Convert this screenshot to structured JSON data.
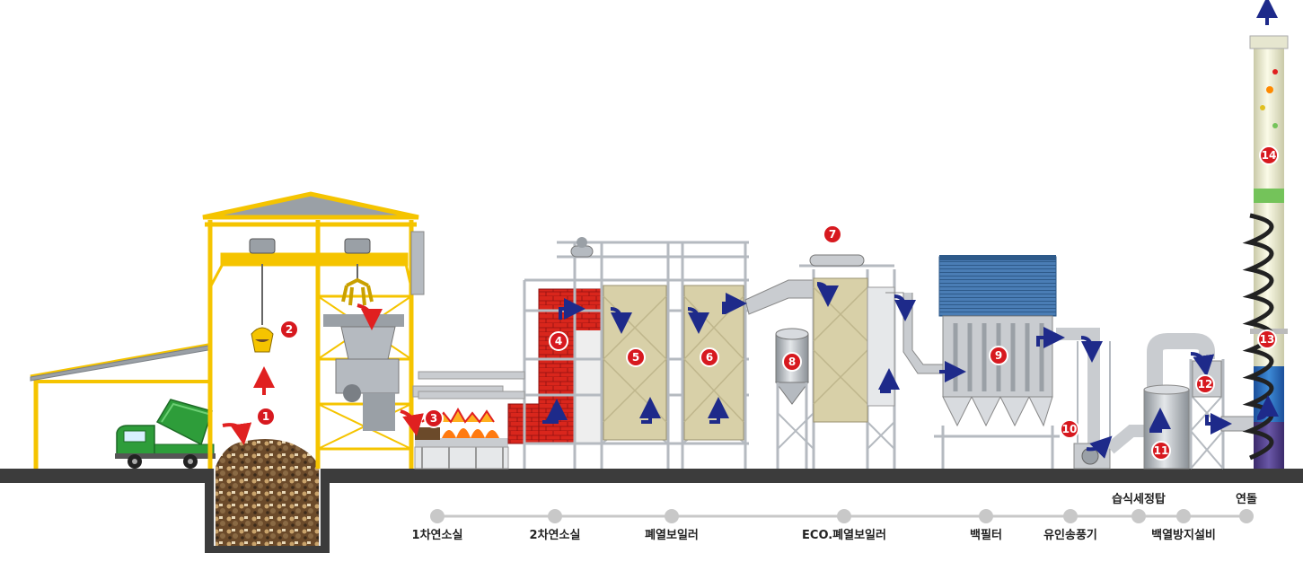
{
  "process_steps": [
    {
      "num": "1",
      "marker": "❶"
    },
    {
      "num": "2",
      "marker": "❷"
    },
    {
      "num": "3",
      "marker": "❸"
    },
    {
      "num": "4",
      "marker": "❹"
    },
    {
      "num": "5",
      "marker": "❺"
    },
    {
      "num": "6",
      "marker": "❻"
    },
    {
      "num": "7",
      "marker": "❼"
    },
    {
      "num": "8",
      "marker": "❽"
    },
    {
      "num": "9",
      "marker": "❾"
    },
    {
      "num": "10",
      "marker": "❿"
    },
    {
      "num": "11",
      "marker": "⓫"
    },
    {
      "num": "12",
      "marker": "⓬"
    },
    {
      "num": "13",
      "marker": "⓭"
    },
    {
      "num": "14",
      "marker": "⓮"
    }
  ],
  "timeline": {
    "labels": {
      "primary_chamber": "1차연소실",
      "secondary_chamber": "2차연소실",
      "waste_heat_boiler": "폐열보일러",
      "eco_boiler": "ECO.폐열보일러",
      "bag_filter": "백필터",
      "id_fan": "유인송풍기",
      "wet_scrubber": "습식세정탑",
      "white_plume": "백열방지설비",
      "stack": "연돌"
    }
  },
  "colors": {
    "frame_yellow": "#f5c400",
    "brick_red": "#d9261c",
    "badge_red": "#d7191f",
    "flow_blue": "#1e2a8a",
    "flow_red": "#e02020",
    "ground": "#3c3c3c",
    "steel_gray": "#9aa0a6",
    "boiler_beige": "#d8d0a8",
    "filter_blue": "#3f6fa6",
    "truck_green": "#2e9d3a"
  }
}
